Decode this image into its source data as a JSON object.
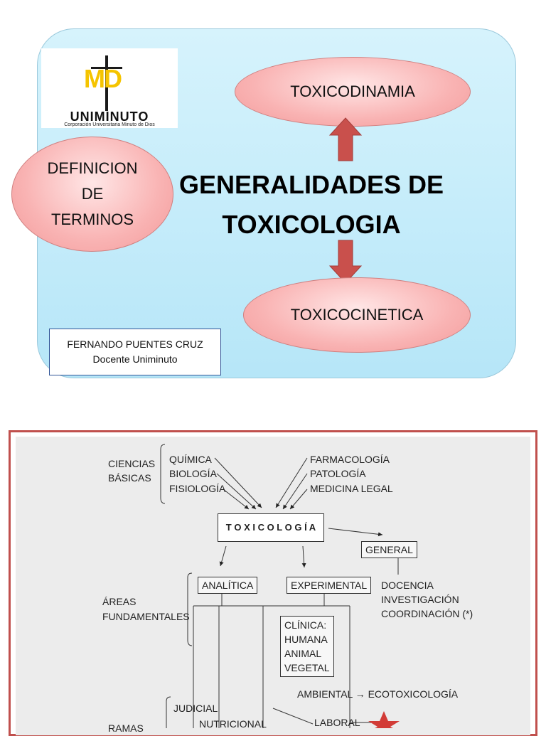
{
  "slide1": {
    "logo": {
      "mark": "MD",
      "name": "UNIMINUTO",
      "subtitle": "Corporación Universitaria Minuto de Dios"
    },
    "title_line1": "GENERALIDADES DE",
    "title_line2": "TOXICOLOGIA",
    "toxicodinamia": "TOXICODINAMIA",
    "toxicocinetica": "TOXICOCINETICA",
    "definicion": [
      "DEFINICION",
      "DE",
      "TERMINOS"
    ],
    "author_name": "FERNANDO PUENTES CRUZ",
    "author_role": "Docente Uniminuto",
    "colors": {
      "slide_bg": "#c4ecfa",
      "ellipse": "#f9b3b3",
      "arrow": "#c9504c",
      "border": "#c0504d"
    }
  },
  "diagram": {
    "ciencias": "CIENCIAS",
    "basicas": "BÁSICAS",
    "quimica": "QUÍMICA",
    "biologia": "BIOLOGÍA",
    "fisiologia": "FISIOLOGÍA",
    "farmacologia": "FARMACOLOGÍA",
    "patologia": "PATOLOGÍA",
    "medicina_legal": "MEDICINA LEGAL",
    "toxicologia": "T O X I C O L O G Í A",
    "general": "GENERAL",
    "areas": "ÁREAS",
    "fundamentales": "FUNDAMENTALES",
    "analitica": "ANALÍTICA",
    "experimental": "EXPERIMENTAL",
    "docencia": "DOCENCIA",
    "investigacion": "INVESTIGACIÓN",
    "coordinacion": "COORDINACIÓN (*)",
    "clinica": [
      "CLÍNICA:",
      "HUMANA",
      "ANIMAL",
      "VEGETAL"
    ],
    "ambiental": "AMBIENTAL → ECOTOXICOLOGÍA",
    "judicial": "JUDICIAL",
    "ramas": "RAMAS",
    "nutricional": "NUTRICIONAL",
    "laboral": "LABORAL"
  }
}
